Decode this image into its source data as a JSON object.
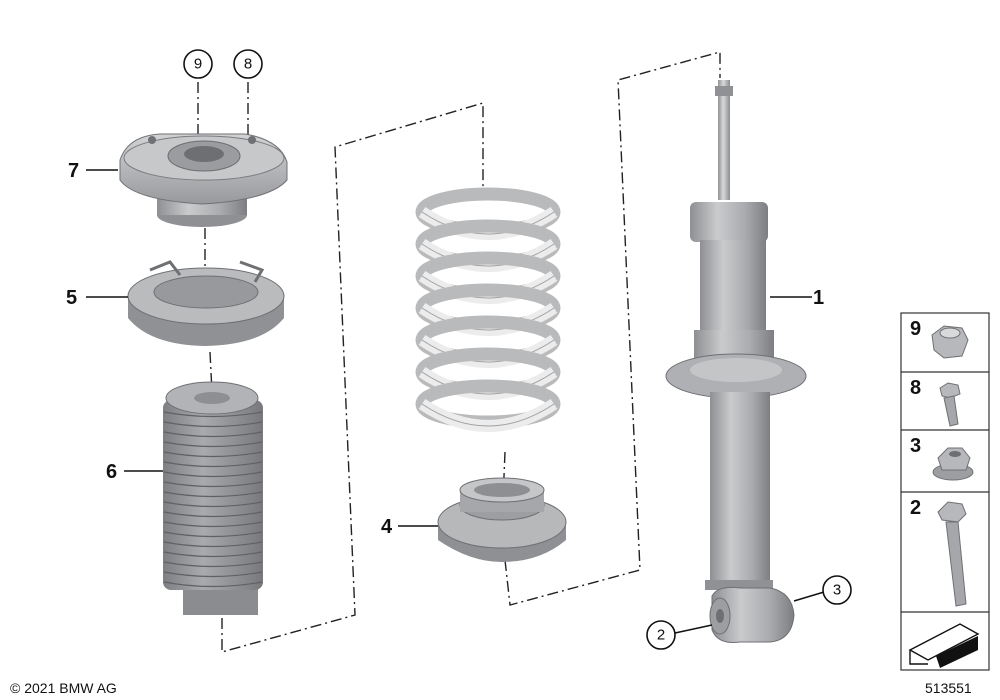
{
  "callouts": {
    "p1": "1",
    "p2": "2",
    "p3": "3",
    "p4": "4",
    "p5": "5",
    "p6": "6",
    "p7": "7",
    "p8": "8",
    "p9": "9"
  },
  "legend": {
    "items": [
      {
        "num": "9",
        "icon": "nut-icon"
      },
      {
        "num": "8",
        "icon": "short-bolt-icon"
      },
      {
        "num": "3",
        "icon": "flange-nut-icon"
      },
      {
        "num": "2",
        "icon": "long-bolt-icon"
      }
    ],
    "arrow_icon": "vehicle-direction-icon"
  },
  "footer": {
    "copyright": "© 2021 BMW AG",
    "diagram_number": "513551"
  },
  "colors": {
    "metal_light": "#c9cacc",
    "metal_mid": "#a5a7aa",
    "metal_dark": "#7e8083",
    "spring": "#ececec",
    "lines": "#111111"
  }
}
